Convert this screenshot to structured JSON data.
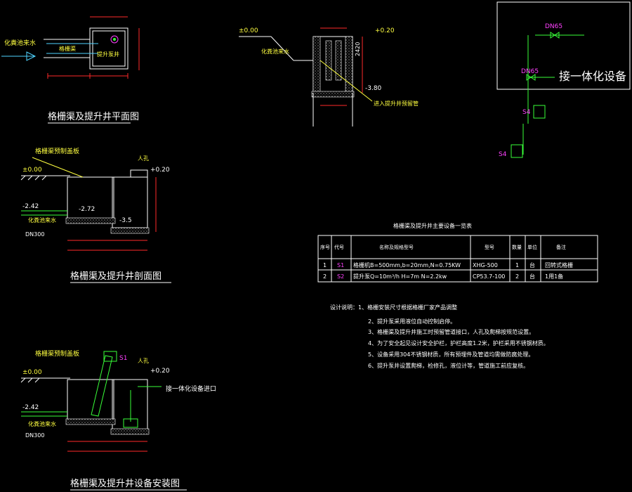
{
  "colors": {
    "background": "#000000",
    "line_white": "#ffffff",
    "dimension_red": "#ff2a2a",
    "pipe_green": "#39ff39",
    "leader_cyan": "#4fd4ff",
    "label_yellow": "#ffff40",
    "equipment_magenta": "#ff40ff"
  },
  "views": {
    "plan_title": "格栅渠及提升井平面图",
    "section_title": "格栅渠及提升井剖面图",
    "install_title": "格栅渠及提升井设备安装图"
  },
  "plan": {
    "inflow_label": "化粪池来水",
    "channel_label": "格栅渠",
    "well_label": "提升泵井"
  },
  "section": {
    "cover_label": "格栅渠预制盖板",
    "elev_ground": "±0.00",
    "elev_top": "+0.20",
    "elev_in_a": "-2.42",
    "elev_in_b": "-2.72",
    "elev_bottom": "-3.5",
    "inflow_label": "化粪池来水",
    "pipe_size": "DN300",
    "manhole": "人孔"
  },
  "install": {
    "cover_label": "格栅渠预制盖板",
    "elev_ground": "±0.00",
    "elev_top": "+0.20",
    "elev_in": "-2.42",
    "inflow_label": "化粪池来水",
    "pipe_size": "DN300",
    "equip_tag": "S1",
    "to_equipment": "接一体化设备进口",
    "manhole": "人孔"
  },
  "top_section": {
    "elev_ground": "±0.00",
    "elev_top": "+0.20",
    "elev_bottom": "-3.80",
    "inflow_label": "化粪池来水",
    "inlet_note": "进入提升井预留管",
    "depth": "2420"
  },
  "pump_diagram": {
    "valve_top": "DN65",
    "valve_mid": "DN65",
    "equipment": "接一体化设备",
    "pump_a": "S4",
    "pump_b": "S4"
  },
  "table": {
    "title": "格栅渠及提升井主要设备一览表",
    "headers": [
      "序号",
      "代号",
      "名称及规格型号",
      "型号",
      "数量",
      "单位",
      "备注"
    ],
    "rows": [
      [
        "1",
        "S1",
        "格栅机B=500mm,b=20mm,N=0.75KW",
        "XHG-500",
        "1",
        "台",
        "回转式格栅"
      ],
      [
        "2",
        "S2",
        "提升泵Q=10m³/h H=7m N=2.2kw",
        "CP53.7-100",
        "2",
        "台",
        "1用1备"
      ]
    ]
  },
  "notes": {
    "heading": "设计说明：1、格栅安装尺寸根据格栅厂家产品调整",
    "items": [
      "2、提升泵采用液位自动控制启停。",
      "3、格栅渠及提升井施工时预留管道接口，人孔及爬梯按规范设置。",
      "4、为了安全起见设计安全护栏，护栏高度1.2米，护栏采用不锈钢材质。",
      "5、设备采用304不锈钢材质，所有预埋件及管道均需做防腐处理。",
      "6、提升泵井设置爬梯，检修孔，液位计等，管道施工前应复核。"
    ]
  }
}
